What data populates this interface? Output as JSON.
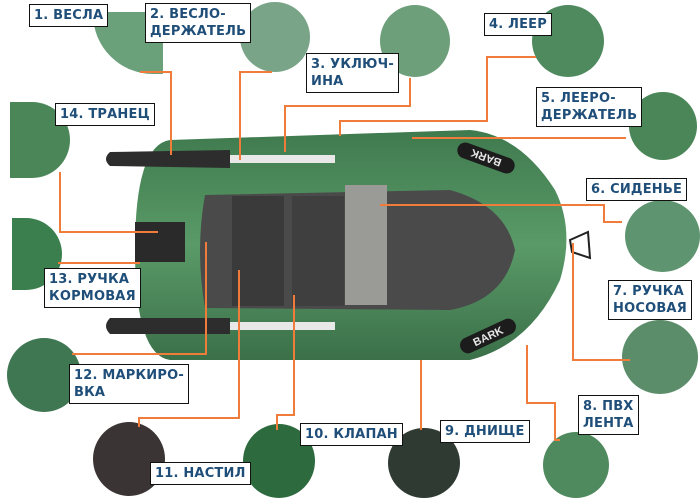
{
  "diagram": {
    "subject": "Inflatable rowing boat parts",
    "brand_marking": "BARK",
    "accent_color": "#f07c3c",
    "label_text_color": "#1f4e79",
    "boat_color": "#4f8a5e",
    "callouts": [
      {
        "id": 1,
        "text": "1. ВЕСЛА"
      },
      {
        "id": 2,
        "text": "2. ВЕСЛО-\nДЕРЖАТЕЛЬ"
      },
      {
        "id": 3,
        "text": "3. УКЛЮЧ-\nИНА"
      },
      {
        "id": 4,
        "text": "4. ЛЕЕР"
      },
      {
        "id": 5,
        "text": "5. ЛЕЕРО-\nДЕРЖАТЕЛЬ"
      },
      {
        "id": 6,
        "text": "6. СИДЕНЬЕ"
      },
      {
        "id": 7,
        "text": "7. РУЧКА\nНОСОВАЯ"
      },
      {
        "id": 8,
        "text": "8. ПВХ\nЛЕНТА"
      },
      {
        "id": 9,
        "text": "9. ДНИЩЕ"
      },
      {
        "id": 10,
        "text": "10. КЛАПАН"
      },
      {
        "id": 11,
        "text": "11. НАСТИЛ"
      },
      {
        "id": 12,
        "text": "12. МАРКИРО-\nВКА"
      },
      {
        "id": 13,
        "text": "13. РУЧКА\nКОРМОВАЯ"
      },
      {
        "id": 14,
        "text": "14. ТРАНЕЦ"
      }
    ]
  }
}
